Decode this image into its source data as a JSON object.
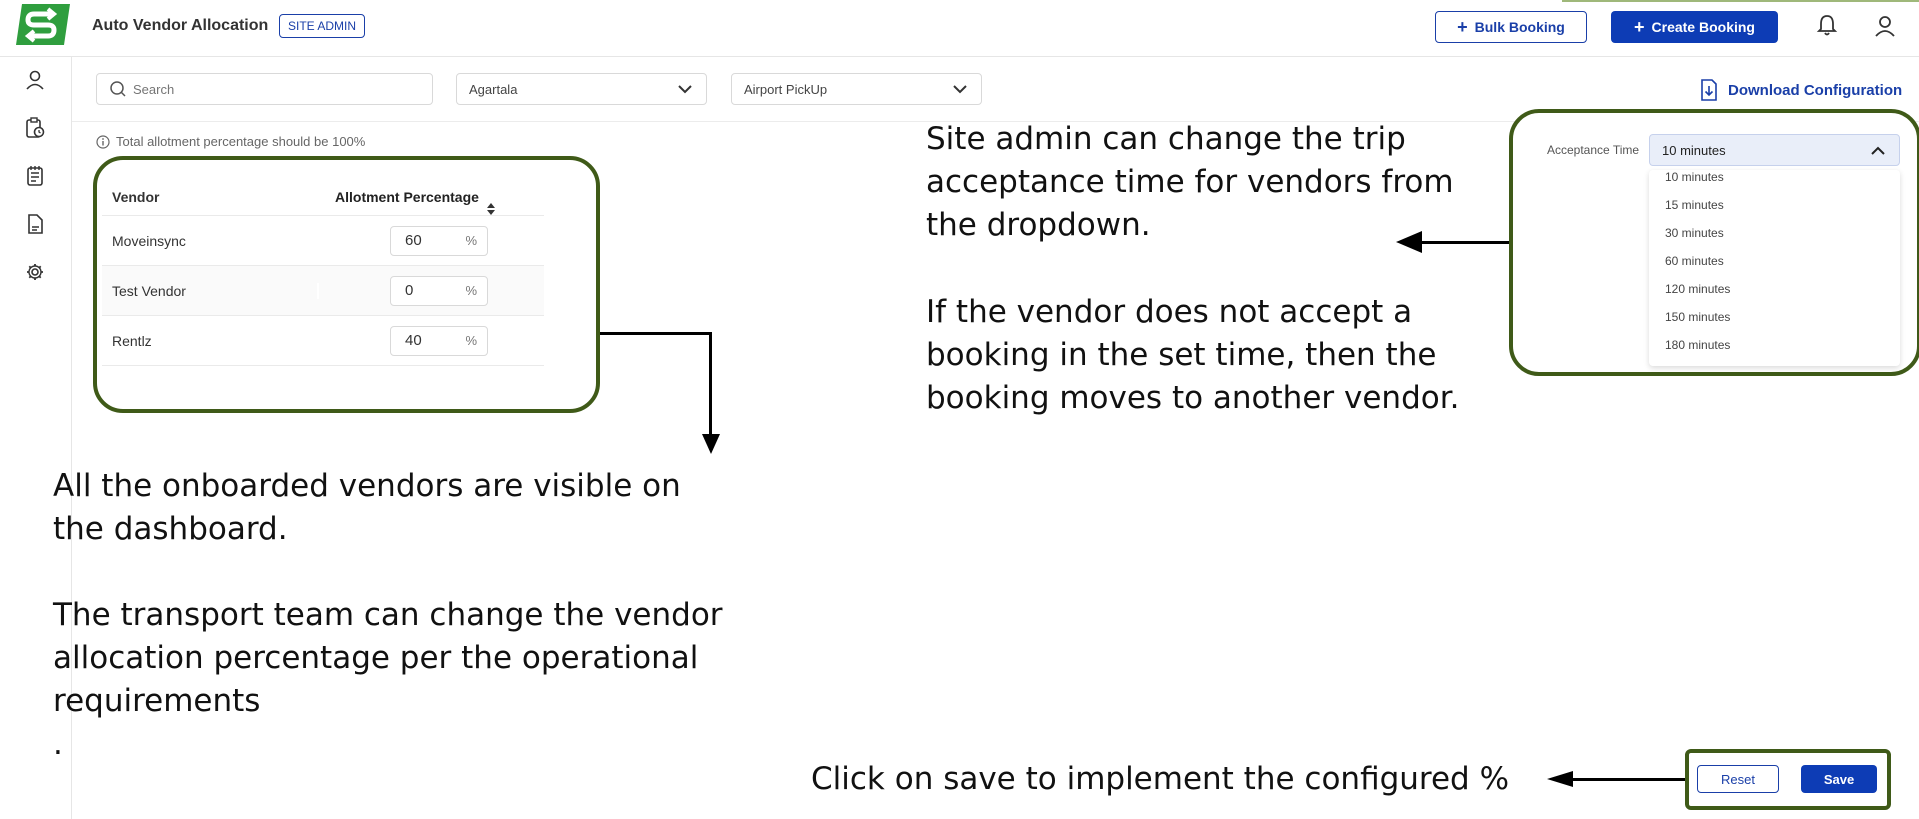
{
  "header": {
    "app_title": "Auto Vendor Allocation",
    "role_badge": "SITE ADMIN",
    "bulk_booking_label": "Bulk Booking",
    "create_booking_label": "Create Booking"
  },
  "filters": {
    "search_placeholder": "Search",
    "city_value": "Agartala",
    "trip_type_value": "Airport PickUp",
    "download_label": "Download Configuration"
  },
  "note": "Total allotment percentage should be 100%",
  "vendor_table": {
    "columns": [
      "Vendor",
      "Allotment Percentage"
    ],
    "unit": "%",
    "rows": [
      {
        "vendor": "Moveinsync",
        "percentage": "60"
      },
      {
        "vendor": "Test Vendor",
        "percentage": "0"
      },
      {
        "vendor": "Rentlz",
        "percentage": "40"
      }
    ]
  },
  "acceptance": {
    "label": "Acceptance Time",
    "selected": "10 minutes",
    "options": [
      "10 minutes",
      "15 minutes",
      "30 minutes",
      "60 minutes",
      "120 minutes",
      "150 minutes",
      "180 minutes"
    ]
  },
  "footer": {
    "reset_label": "Reset",
    "save_label": "Save"
  },
  "annotations": {
    "vendors_line1": "All the onboarded vendors are visible on",
    "vendors_line2": "the dashboard.",
    "transport_line1": "The transport team can change the vendor",
    "transport_line2": "allocation percentage per the operational",
    "transport_line3": "requirements",
    "transport_line4": ".",
    "admin_line1": "Site admin can change the trip",
    "admin_line2": "acceptance time for vendors from",
    "admin_line3": "the dropdown.",
    "reassign_line1": "If the vendor does not accept a",
    "reassign_line2": "booking in the set time, then the",
    "reassign_line3": "booking moves to another vendor.",
    "save_hint": "Click on save to implement the configured %"
  },
  "colors": {
    "primary": "#0d3cb5",
    "highlight_border": "#3f5a18",
    "logo_green": "#2f9e3e"
  },
  "icons": [
    "app-logo-icon",
    "plus-icon",
    "bell-icon",
    "user-icon",
    "clipboard-clock-icon",
    "notepad-icon",
    "document-icon",
    "gear-icon",
    "search-icon",
    "chevron-down-icon",
    "download-icon",
    "info-icon",
    "sort-icon",
    "chevron-up-icon"
  ]
}
